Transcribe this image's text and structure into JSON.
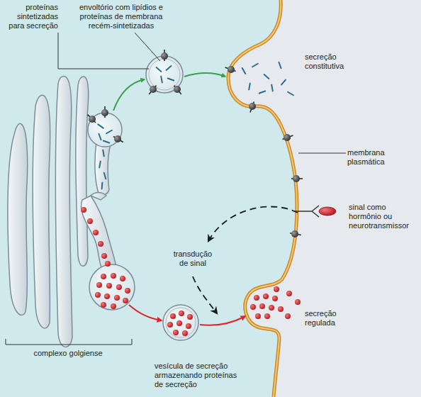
{
  "diagram": {
    "labels": [
      "proteínas sintetizadas para secreção",
      "envoltório com lipídios e proteínas de membrana recém-sintetizadas",
      "secreção constitutiva",
      "membrana plasmática",
      "sinal como hormônio ou neurotransmissor",
      "transdução de sinal",
      "secreção regulada",
      "vesícula de secreção armazenando proteínas de secreção",
      "complexo golgiense"
    ]
  }
}
